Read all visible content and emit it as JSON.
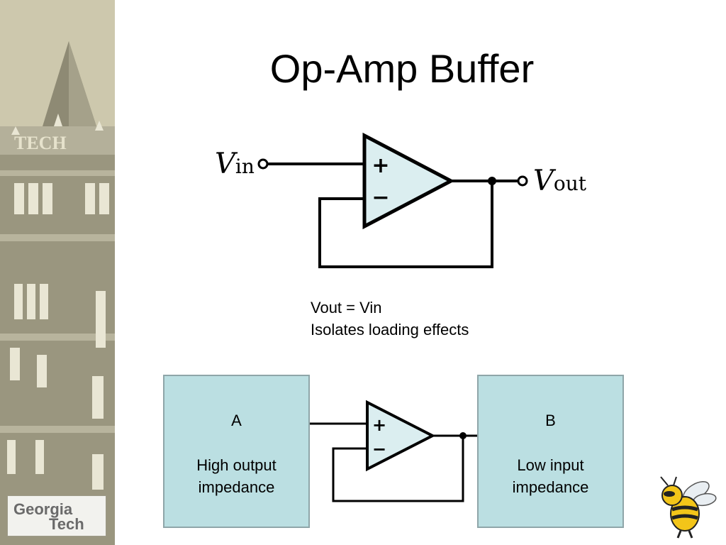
{
  "slide": {
    "title": "Op-Amp Buffer",
    "notes": [
      "Vout = Vin",
      "Isolates loading effects"
    ]
  },
  "circuit": {
    "input_label": "V",
    "input_subscript": "in",
    "output_label": "V",
    "output_subscript": "out",
    "plus_sign": "+",
    "minus_sign": "−"
  },
  "blocks": {
    "a": {
      "letter": "A",
      "line1": "High output",
      "line2": "impedance"
    },
    "b": {
      "letter": "B",
      "line1": "Low input",
      "line2": "impedance"
    }
  },
  "branding": {
    "logo_line1": "Georgia",
    "logo_line2": "Tech",
    "tower_lettering": "TECH"
  },
  "colors": {
    "opamp_fill": "#dbeef0",
    "box_fill": "#bbdfe2",
    "sidebar": "#c9c4a8"
  }
}
